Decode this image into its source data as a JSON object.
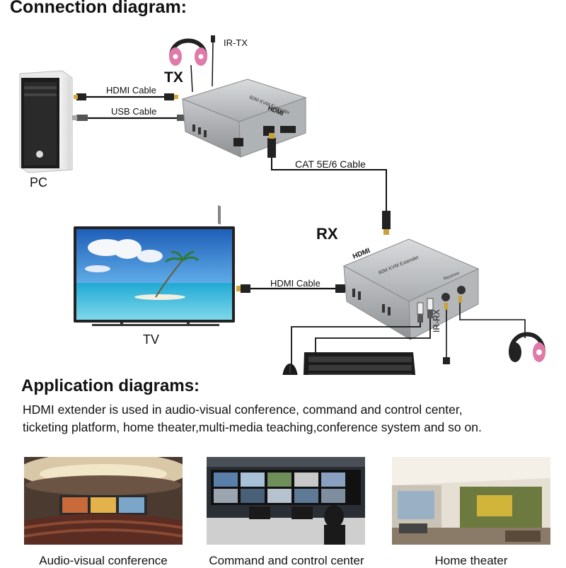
{
  "connection_title": "Connection diagram:",
  "labels": {
    "tx": "TX",
    "rx": "RX",
    "pc": "PC",
    "tv": "TV",
    "ir_tx": "IR-TX",
    "ir_rx": "IR-RX",
    "hdmi_cable_tx": "HDMI Cable",
    "usb_cable": "USB Cable",
    "cat_cable": "CAT 5E/6 Cable",
    "hdmi_cable_rx": "HDMI Cable",
    "device_name_tx": "60M KVM Extender",
    "device_name_rx": "60M KVM Extender",
    "hdmi_logo": "HDMI",
    "receiver_port": "Receiver"
  },
  "application_title": "Application diagrams:",
  "description_line1": "HDMI extender is used in audio-visual conference, command and control center,",
  "description_line2": "ticketing platform, home theater,multi-media teaching,conference system and so on.",
  "captions": [
    "Audio-visual conference",
    "Command and control center",
    "Home theater"
  ],
  "colors": {
    "device_silver": "#b9bcbf",
    "tv_sky": "#3d8fd6",
    "tv_sea": "#34b7d8",
    "headphone_pink": "#e07aa8"
  }
}
